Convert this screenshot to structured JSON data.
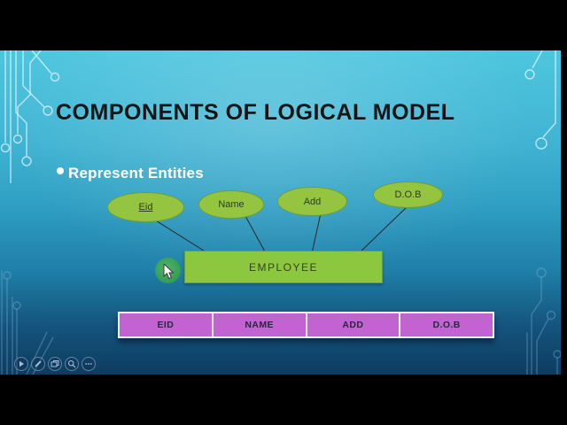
{
  "slide": {
    "title": "COMPONENTS OF LOGICAL MODEL",
    "bullet_label": "Represent Entities",
    "diagram": {
      "attributes": [
        {
          "label": "Eid"
        },
        {
          "label": "Name"
        },
        {
          "label": "Add"
        },
        {
          "label": "D.O.B"
        }
      ],
      "entity_label": "EMPLOYEE"
    },
    "table": {
      "headers": [
        "EID",
        "NAME",
        "ADD",
        "D.O.B"
      ]
    },
    "colors": {
      "background_top": "#4ec6df",
      "background_bottom": "#0e3c60",
      "attribute_fill": "#95c540",
      "entity_fill": "#8dc63f",
      "table_fill": "#c263d1",
      "pointer_circle": "#39a057",
      "title_text": "#141414",
      "bullet_text": "#ffffff"
    }
  },
  "toolbar": {
    "buttons": [
      {
        "icon": "next-slide-icon"
      },
      {
        "icon": "pen-icon"
      },
      {
        "icon": "all-slides-icon"
      },
      {
        "icon": "magnifier-icon"
      },
      {
        "icon": "ellipsis-icon"
      }
    ]
  }
}
